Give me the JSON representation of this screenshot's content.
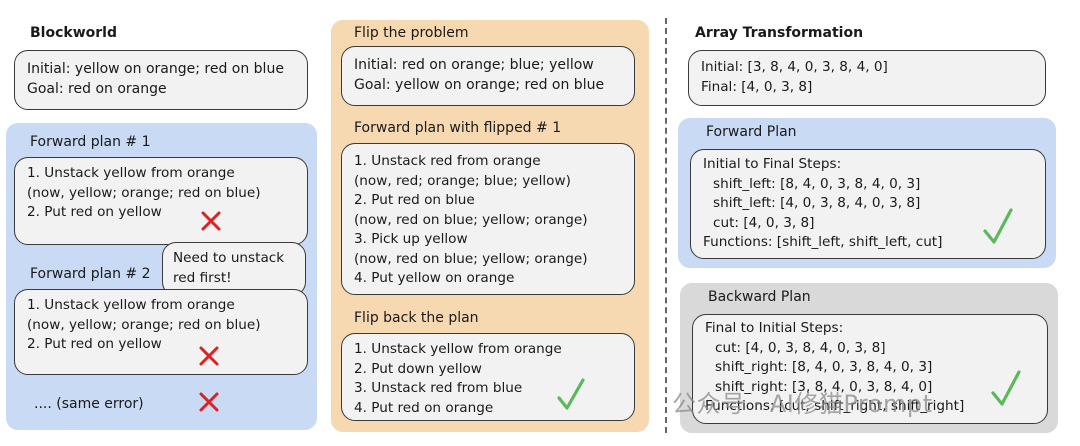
{
  "left": {
    "title": "Blockworld",
    "problem": [
      "Initial: yellow on orange; red on blue",
      "Goal: red on orange"
    ],
    "plan1_title": "Forward plan # 1",
    "plan1": [
      "1. Unstack yellow from orange",
      "(now, yellow; orange; red on blue)",
      "2. Put red on yellow"
    ],
    "callout": [
      "Need to unstack",
      "red first!"
    ],
    "plan2_title": "Forward plan # 2",
    "plan2": [
      "1. Unstack yellow from orange",
      "(now, yellow; orange; red on blue)",
      "2. Put red on yellow"
    ],
    "same_error": ".... (same error)"
  },
  "middle": {
    "title": "Flip the problem",
    "problem": [
      "Initial: red on orange; blue; yellow",
      "Goal: yellow on orange; red on blue"
    ],
    "plan_title": "Forward plan with flipped # 1",
    "plan": [
      "1. Unstack red from orange",
      "(now, red; orange; blue; yellow)",
      "2. Put red on blue",
      "(now, red on blue; yellow; orange)",
      "3. Pick up yellow",
      "(now, red on blue; yellow; orange)",
      "4. Put yellow on orange"
    ],
    "flipback_title": "Flip back the plan",
    "flipback": [
      "1. Unstack yellow from orange",
      "2. Put down yellow",
      "3. Unstack red from blue",
      "4. Put red on orange"
    ]
  },
  "right": {
    "title": "Array Transformation",
    "problem": [
      "Initial: [3, 8, 4, 0, 3, 8, 4, 0]",
      "Final: [4, 0, 3, 8]"
    ],
    "forward_title": "Forward Plan",
    "forward_header": "Initial to Final Steps:",
    "forward_steps": [
      "shift_left: [8, 4, 0, 3, 8, 4, 0, 3]",
      "shift_left: [4, 0, 3, 8, 4, 0, 3, 8]",
      "cut: [4, 0, 3, 8]"
    ],
    "forward_functions": "Functions: [shift_left, shift_left, cut]",
    "backward_title": "Backward Plan",
    "backward_header": "Final to Initial Steps:",
    "backward_steps": [
      "cut: [4, 0, 3, 8, 4, 0, 3, 8]",
      "shift_right: [8, 4, 0, 3, 8, 4, 0, 3]",
      "shift_right: [3, 8, 4, 0, 3, 8, 4, 0]"
    ],
    "backward_functions": "Functions: [cut, shift_right, shift_right]"
  },
  "watermark": "公众号 · AI修猫Prompt",
  "colors": {
    "blue_panel": "#c9daf5",
    "tan_panel": "#f6d8b1",
    "gray_panel": "#d9d9d9",
    "box_fill": "#f2f2f2",
    "cross": "#e02020",
    "check": "#5cb85c"
  }
}
